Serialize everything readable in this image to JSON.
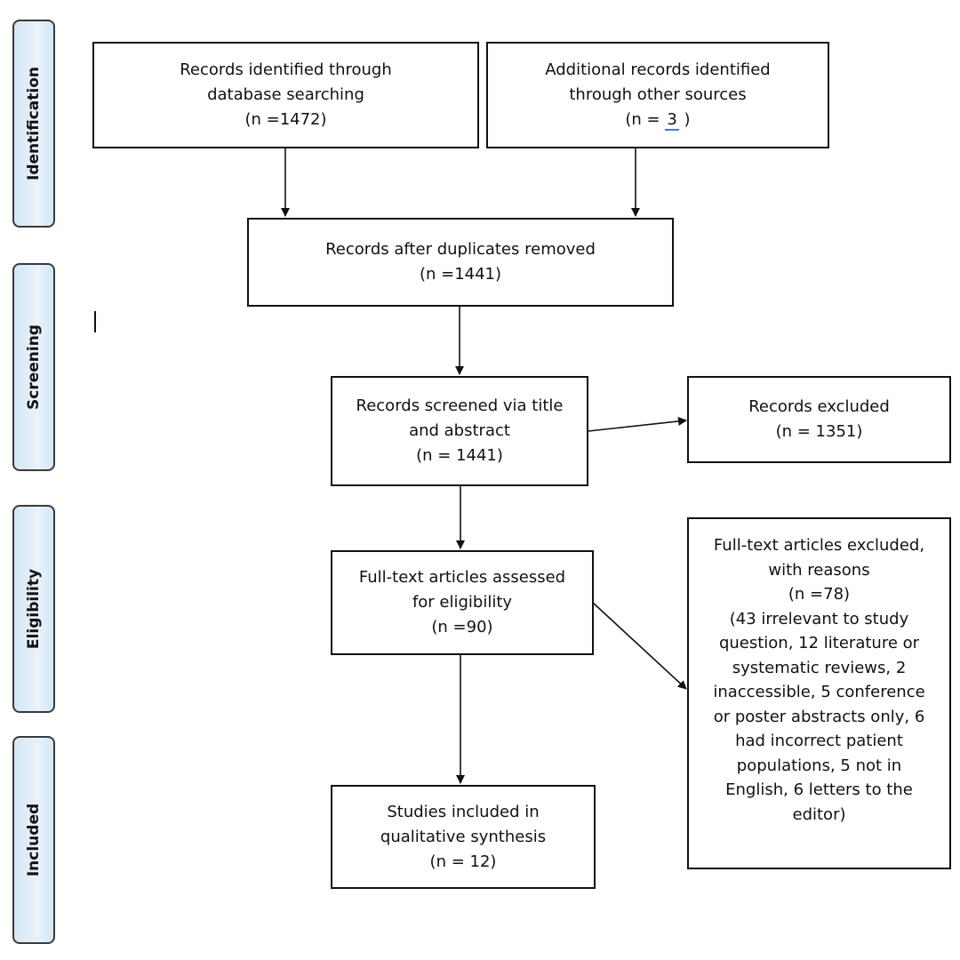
{
  "stages": {
    "identification": "Identification",
    "screening": "Screening",
    "eligibility": "Eligibility",
    "included": "Included"
  },
  "boxes": {
    "database_records": [
      "Records identified through",
      "database searching",
      "(n =1472)"
    ],
    "other_records": [
      "Additional records identified",
      "through other sources",
      "(n = ",
      "3",
      " )"
    ],
    "duplicates_removed": [
      "Records after duplicates removed",
      "(n =1441)"
    ],
    "screened": [
      "Records screened via title",
      "and abstract",
      "(n = 1441)"
    ],
    "excluded": [
      "Records excluded",
      "(n = 1351)"
    ],
    "fulltext_assessed": [
      "Full-text articles assessed",
      "for eligibility",
      "(n =90)"
    ],
    "fulltext_excluded": [
      "Full-text articles excluded,",
      "with reasons",
      "(n =78)",
      "(43 irrelevant to study",
      "question, 12 literature or",
      "systematic reviews, 2",
      "inaccessible, 5 conference",
      "or poster abstracts only, 6",
      "had incorrect patient",
      "populations, 5 not in",
      "English, 6 letters to the",
      "editor)"
    ],
    "included": [
      "Studies included in",
      "qualitative synthesis",
      "(n = 12)"
    ]
  }
}
